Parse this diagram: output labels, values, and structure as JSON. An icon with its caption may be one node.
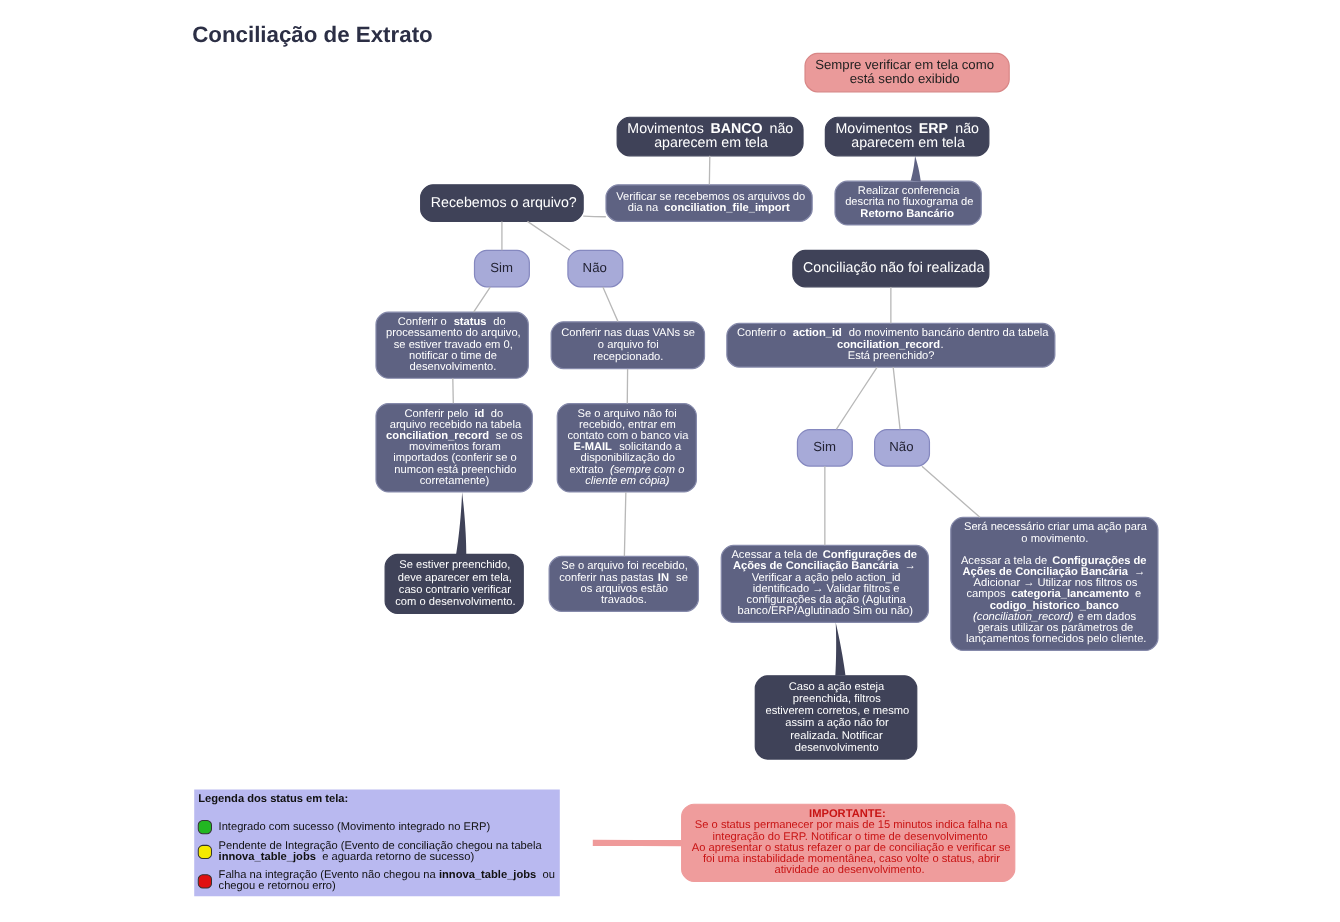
{
  "diagram": {
    "title": "Conciliação de Extrato",
    "nodes": [
      {
        "text": [
          "Sempre verificar em tela como está sendo exibido"
        ]
      },
      {
        "text": [
          "Movimentos **BANCO** não aparecem em tela"
        ]
      },
      {
        "text": [
          "Movimentos **ERP** não aparecem em tela"
        ]
      },
      {
        "text": [
          "Recebemos o arquivo?"
        ]
      },
      {
        "text": [
          "Verificar se recebemos os arquivos do dia na **conciliation_file_import**"
        ]
      },
      {
        "text": [
          "Realizar conferencia descrita no fluxograma de **Retorno Bancário**"
        ]
      },
      {
        "text": [
          "Sim"
        ]
      },
      {
        "text": [
          "Não"
        ]
      },
      {
        "text": [
          "Conferir o **status** do processamento do arquivo, se estiver travado em 0, notificar o time de desenvolvimento."
        ]
      },
      {
        "text": [
          "Conferir pelo **id** do arquivo recebido na tabela **conciliation_record** se os movimentos foram importados (conferir se o numcon está preenchido corretamente)"
        ]
      },
      {
        "text": [
          "Se estiver preenchido, deve aparecer em tela, caso contrario verificar com o desenvolvimento."
        ]
      },
      {
        "text": [
          "Conferir nas duas VANs se o arquivo foi recepcionado."
        ]
      },
      {
        "text": [
          "Se o arquivo não foi recebido, entrar em contato com o banco via **E-MAIL** solicitando a disponibilização do extrato *(sempre com o cliente em cópia)*"
        ]
      },
      {
        "text": [
          "Se o arquivo foi recebido, conferir nas pastas **IN** se os arquivos estão travados."
        ]
      },
      {
        "text": [
          "Conciliação não foi realizada"
        ]
      },
      {
        "text": [
          "Conferir o **action_id** do movimento bancário dentro da tabela **conciliation_record**.",
          "Está preenchido?"
        ]
      },
      {
        "text": [
          "Sim"
        ]
      },
      {
        "text": [
          "Não"
        ]
      },
      {
        "text": [
          "Acessar a tela de **Configurações de Ações de Conciliação Bancária** → Verificar a ação pelo action_id identificado → Validar filtros e configurações da ação (Aglutina banco/ERP/Aglutinado Sim ou não)"
        ]
      },
      {
        "text": [
          "Caso a ação esteja preenchida, filtros estiverem corretos, e mesmo assim a ação não for realizada. Notificar desenvolvimento"
        ]
      },
      {
        "text": [
          "Será necessário criar uma ação para o movimento.",
          "Acessar a tela de **Configurações de Ações de Conciliação Bancária** → Adicionar → Utilizar nos filtros os campos **categoria_lancamento** e **codigo_historico_banco** *(conciliation_record)* e em dados gerais utilizar os parâmetros de lançamentos fornecidos pelo cliente."
        ]
      },
      {
        "text": [
          "IMPORTANTE:",
          "Se o status permanecer por mais de 15 minutos indica falha na integração do ERP. Notificar o time de desenvolvimento",
          "Ao apresentar o status refazer o par de conciliação e verificar se foi uma instabilidade momentânea, caso volte o status, abrir atividade ao desenvolvimento."
        ]
      }
    ],
    "edges": [
      {
        "from": 3,
        "to": 6,
        "arrow": "none"
      },
      {
        "from": 3,
        "to": 7,
        "arrow": "none"
      },
      {
        "from": 1,
        "to": 4,
        "arrow": "none"
      },
      {
        "from": 4,
        "to": 3,
        "arrow": "none"
      },
      {
        "from": 6,
        "to": 8,
        "arrow": "none"
      },
      {
        "from": 8,
        "to": 9,
        "arrow": "none"
      },
      {
        "from": 7,
        "to": 11,
        "arrow": "none"
      },
      {
        "from": 11,
        "to": 12,
        "arrow": "none"
      },
      {
        "from": 12,
        "to": 13,
        "arrow": "none"
      },
      {
        "from": 14,
        "to": 15,
        "arrow": "none"
      },
      {
        "from": 15,
        "to": 16,
        "arrow": "none"
      },
      {
        "from": 15,
        "to": 17,
        "arrow": "none"
      },
      {
        "from": 16,
        "to": 18,
        "arrow": "none"
      },
      {
        "from": 17,
        "to": 20,
        "arrow": "none"
      },
      {
        "from": 5,
        "to": 2,
        "arrow": "none",
        "style": "thick",
        "color": "#5e6282"
      },
      {
        "from": 10,
        "to": 9,
        "arrow": "none",
        "style": "thick",
        "color": "#3f4258"
      },
      {
        "from": 19,
        "to": 18,
        "arrow": "none",
        "style": "thick",
        "color": "#3f4258"
      },
      {
        "from": 21,
        "to": null,
        "arrow": "none",
        "style": "thick",
        "color": "#ef9a9a"
      }
    ],
    "labels": [
      "Legenda dos status em tela:"
    ],
    "legend": [
      {
        "text": "Integrado com sucesso (Movimento integrado no ERP)",
        "color": "#22b722"
      },
      {
        "text": "Pendente de Integração (Evento de conciliação chegou na tabela **innova_table_jobs** e aguarda retorno de sucesso)",
        "color": "#f5e900"
      },
      {
        "text": "Falha na integração (Evento não chegou na **innova_table_jobs** ou chegou e retornou erro)",
        "color": "#e01010"
      }
    ]
  }
}
